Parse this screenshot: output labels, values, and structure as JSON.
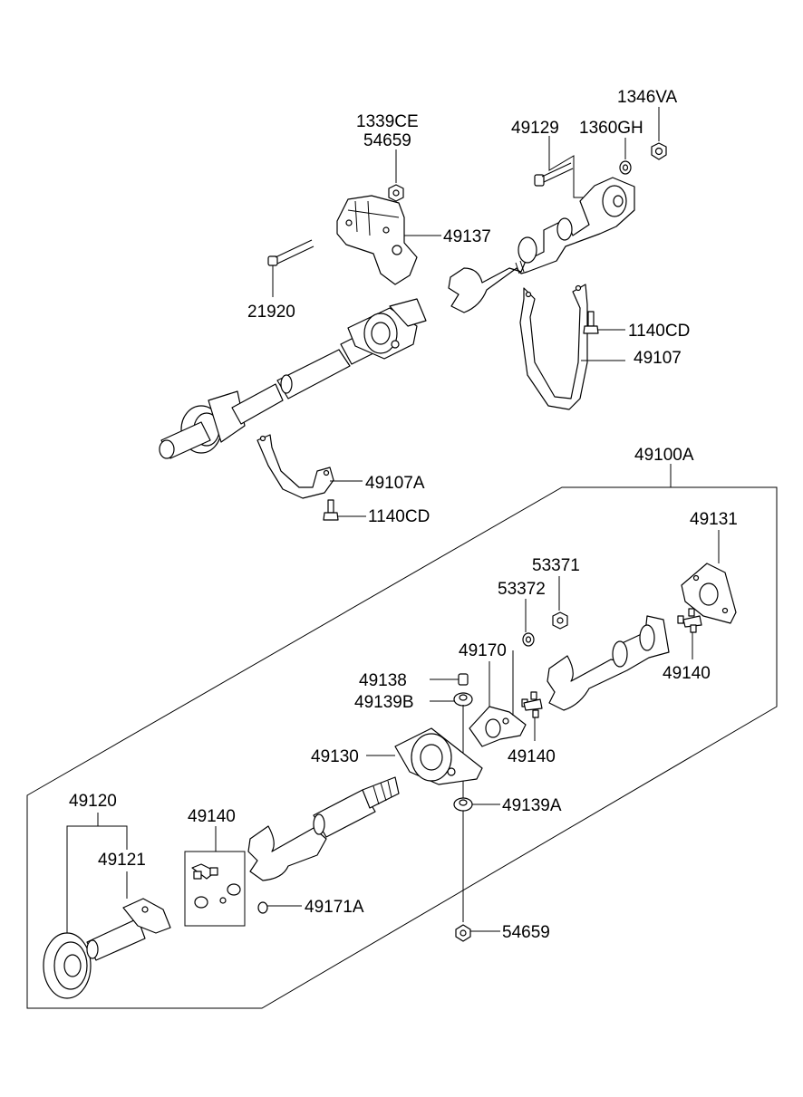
{
  "labels": {
    "l1346VA": "1346VA",
    "l1339CE": "1339CE",
    "l54659_top": "54659",
    "l49129": "49129",
    "l1360GH": "1360GH",
    "l49137": "49137",
    "l21920": "21920",
    "l1140CD_a": "1140CD",
    "l49107": "49107",
    "l49107A": "49107A",
    "l1140CD_b": "1140CD",
    "l49100A": "49100A",
    "l49131": "49131",
    "l53371": "53371",
    "l53372": "53372",
    "l49170": "49170",
    "l49140_a": "49140",
    "l49138": "49138",
    "l49139B": "49139B",
    "l49140_b": "49140",
    "l49130": "49130",
    "l49139A": "49139A",
    "l49120": "49120",
    "l49140_c": "49140",
    "l49121": "49121",
    "l49171A": "49171A",
    "l54659_bot": "54659"
  }
}
